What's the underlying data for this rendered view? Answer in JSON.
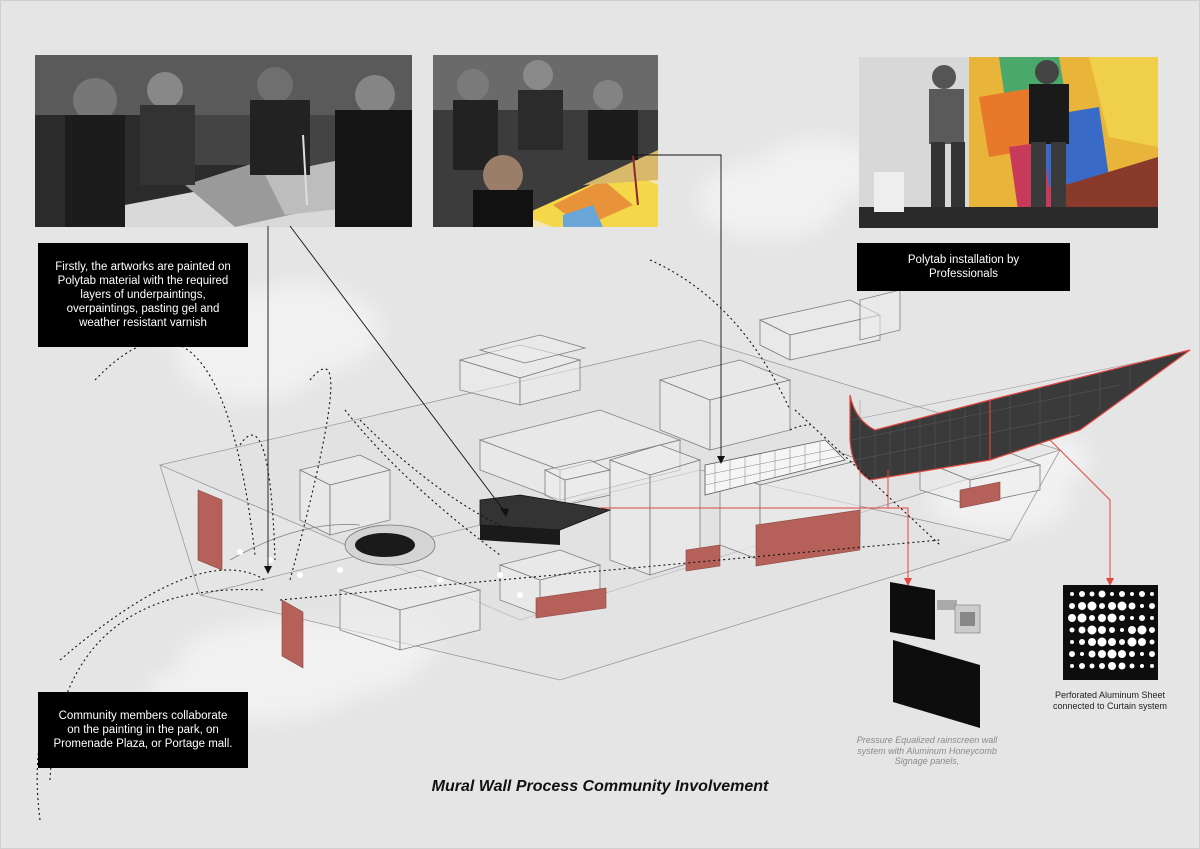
{
  "callouts": {
    "painting_process": "Firstly, the artworks are painted on Polytab material with the required layers of underpaintings, overpaintings, pasting gel and weather  resistant varnish",
    "installation": "Polytab installation by Professionals",
    "community": "Community members collaborate on the painting in the park, on Promenade Plaza, or Portage mall."
  },
  "captions": {
    "perforated_sheet": "Perforated Aluminum Sheet connected to Curtain system",
    "rainscreen": "Pressure  Equalized rainscreen wall system with Aluminum Honeycomb Signage panels,"
  },
  "title": "Mural Wall Process Community Involvement",
  "photos": [
    {
      "name": "photo-community-painting-1",
      "tone": "black-and-white"
    },
    {
      "name": "photo-community-painting-2",
      "tone": "partial-color"
    },
    {
      "name": "photo-professional-installation",
      "tone": "partial-color"
    }
  ],
  "colors": {
    "background": "#e5e5e5",
    "callout_bg": "#000000",
    "callout_text": "#ffffff",
    "accent_red": "#e0473f",
    "building_brick": "#b5615a",
    "linework": "#555555"
  }
}
